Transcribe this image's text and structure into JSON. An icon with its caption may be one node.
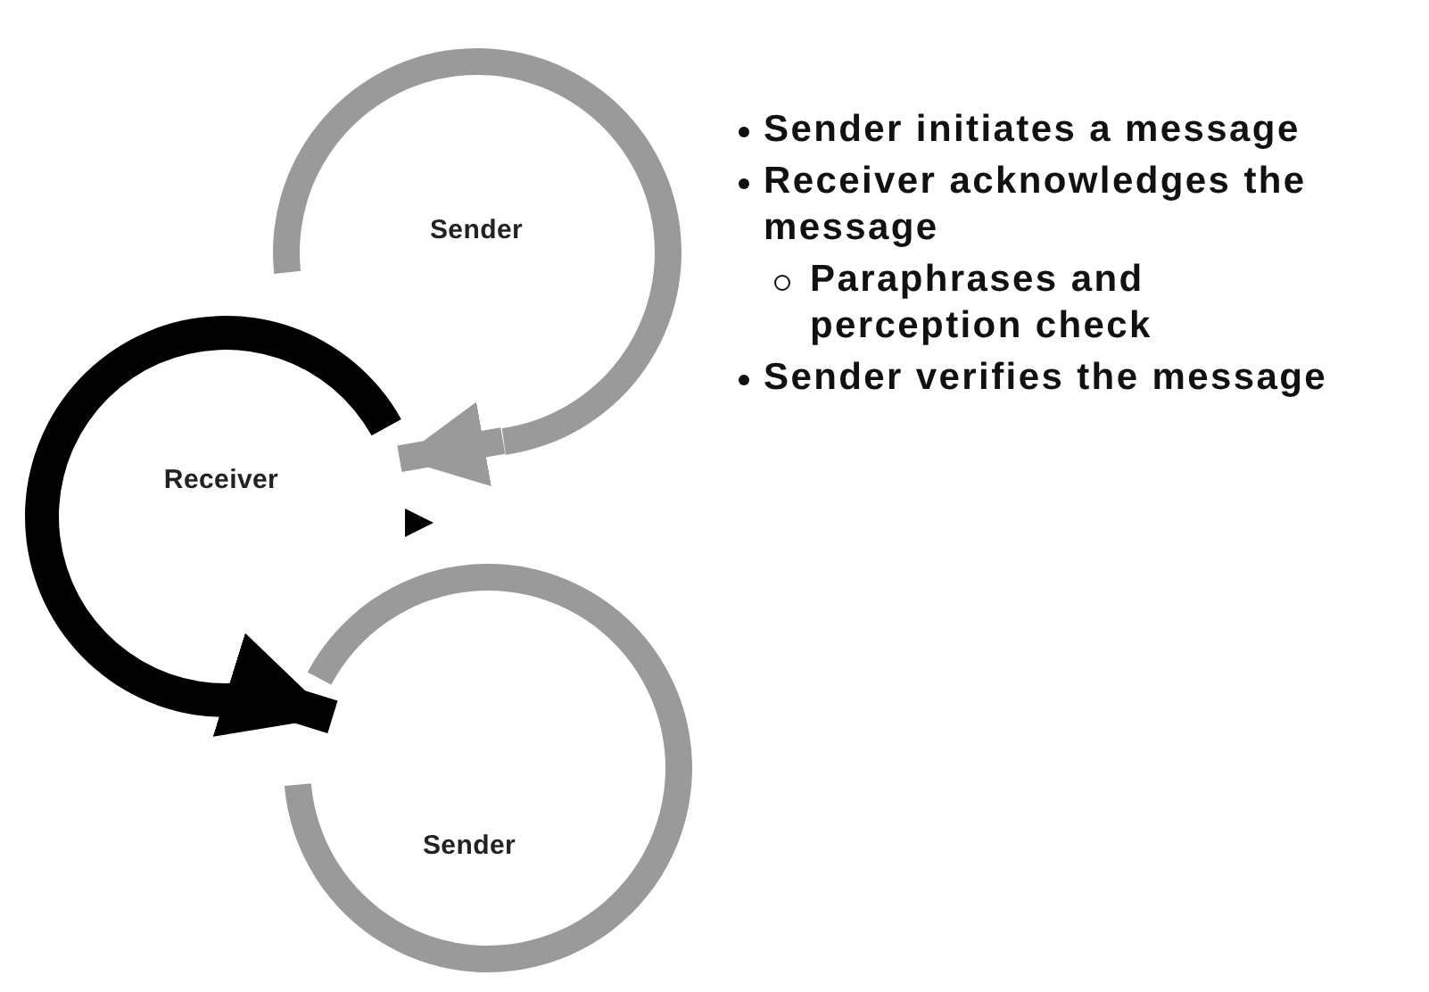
{
  "diagram": {
    "nodes": [
      {
        "text": [
          "Sender"
        ]
      },
      {
        "text": [
          "Receiver"
        ]
      },
      {
        "text": [
          "Sender"
        ]
      }
    ],
    "edges": [
      {
        "from": 0,
        "to": 1,
        "arrow": "to",
        "color": "#9a9a9a"
      },
      {
        "from": 1,
        "to": 2,
        "arrow": "to",
        "color": "#000000"
      }
    ],
    "labels": [
      "Sender initiates a message",
      "Receiver acknowledges the message",
      "Paraphrases and perception check",
      "Sender verifies the message"
    ]
  }
}
